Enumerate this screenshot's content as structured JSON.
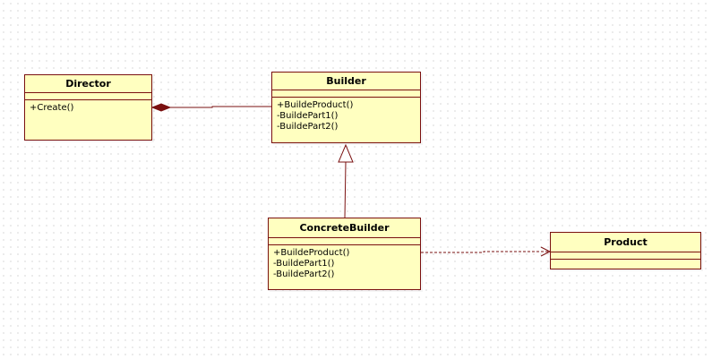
{
  "diagram": {
    "classes": {
      "director": {
        "name": "Director",
        "operations": [
          "+Create()"
        ]
      },
      "builder": {
        "name": "Builder",
        "operations": [
          "+BuildeProduct()",
          "-BuildePart1()",
          "-BuildePart2()"
        ]
      },
      "concrete_builder": {
        "name": "ConcreteBuilder",
        "operations": [
          "+BuildeProduct()",
          "-BuildePart1()",
          "-BuildePart2()"
        ]
      },
      "product": {
        "name": "Product",
        "operations": []
      }
    },
    "relationships": [
      {
        "type": "composition",
        "from": "director",
        "to": "builder"
      },
      {
        "type": "generalization",
        "from": "concrete_builder",
        "to": "builder"
      },
      {
        "type": "dependency",
        "from": "concrete_builder",
        "to": "product"
      }
    ],
    "colors": {
      "class_fill": "#ffffc0",
      "line": "#7a1010"
    }
  }
}
